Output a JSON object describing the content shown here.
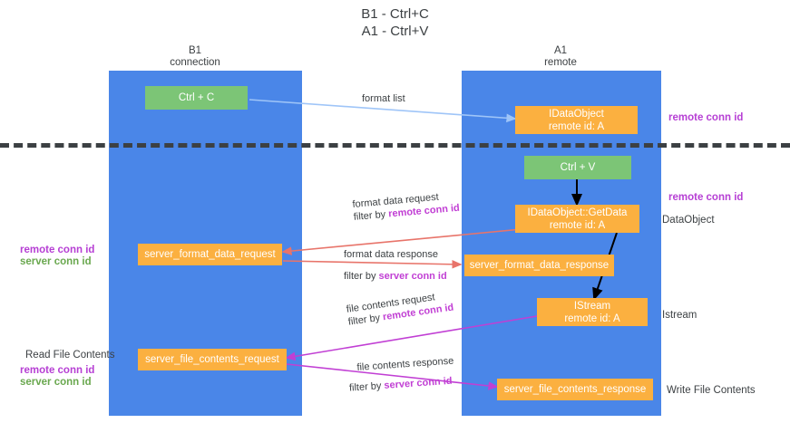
{
  "title": "B1 - Ctrl+C\nA1 - Ctrl+V",
  "columns": [
    {
      "name": "b1",
      "header": "B1\nconnection"
    },
    {
      "name": "a1",
      "header": "A1\nremote"
    }
  ],
  "nodes": [
    {
      "key": "ctrl_c",
      "label": "Ctrl + C",
      "sub": "",
      "color": "#7cc576"
    },
    {
      "key": "idataobject",
      "label": "IDataObject",
      "sub": "remote id: A",
      "color": "#fbb040"
    },
    {
      "key": "ctrl_v",
      "label": "Ctrl + V",
      "sub": "",
      "color": "#7cc576"
    },
    {
      "key": "getdata",
      "label": "IDataObject::GetData",
      "sub": "remote id: A",
      "color": "#fbb040"
    },
    {
      "key": "sfdreq",
      "label": "server_format_data_request",
      "sub": "",
      "color": "#fbb040"
    },
    {
      "key": "sfdres",
      "label": "server_format_data_response",
      "sub": "",
      "color": "#fbb040"
    },
    {
      "key": "istream",
      "label": "IStream",
      "sub": "remote id: A",
      "color": "#fbb040"
    },
    {
      "key": "sfcreq",
      "label": "server_file_contents_request",
      "sub": "",
      "color": "#fbb040"
    },
    {
      "key": "sfcres",
      "label": "server_file_contents_response",
      "sub": "",
      "color": "#fbb040"
    }
  ],
  "side_labels": {
    "remote_conn_id_1": "remote conn id",
    "remote_conn_id_2": "remote conn id",
    "dataobject": "DataObject",
    "istream": "Istream",
    "write_file_contents": "Write File Contents",
    "read_file_contents": "Read File Contents",
    "left_remote_conn_id_1": "remote conn id",
    "left_server_conn_id_1": "server conn id",
    "left_remote_conn_id_2": "remote conn id",
    "left_server_conn_id_2": "server conn id"
  },
  "edges": [
    {
      "key": "format_list",
      "line1": "format list",
      "line2_prefix": "",
      "line2_hl": ""
    },
    {
      "key": "fmt_data_request",
      "line1": "format data request",
      "line2_prefix": "filter by ",
      "line2_hl": "remote conn id"
    },
    {
      "key": "fmt_data_response",
      "line1": "format data response",
      "line2_prefix": "filter by ",
      "line2_hl": "server conn id"
    },
    {
      "key": "file_req",
      "line1": "file contents request",
      "line2_prefix": "filter by ",
      "line2_hl": "remote conn id"
    },
    {
      "key": "file_res",
      "line1": "file contents response",
      "line2_prefix": "filter by ",
      "line2_hl": "server conn id"
    }
  ],
  "colors": {
    "lane": "#4a86e8",
    "green_node": "#7cc576",
    "orange_node": "#fbb040",
    "purple": "#b63fd4",
    "green_text": "#6aa84f",
    "red_arrow": "#e8746a",
    "magenta_arrow": "#c13fd4",
    "blue_arrow": "#9fc5f8",
    "black_arrow": "#000000",
    "text": "#3c4043"
  }
}
